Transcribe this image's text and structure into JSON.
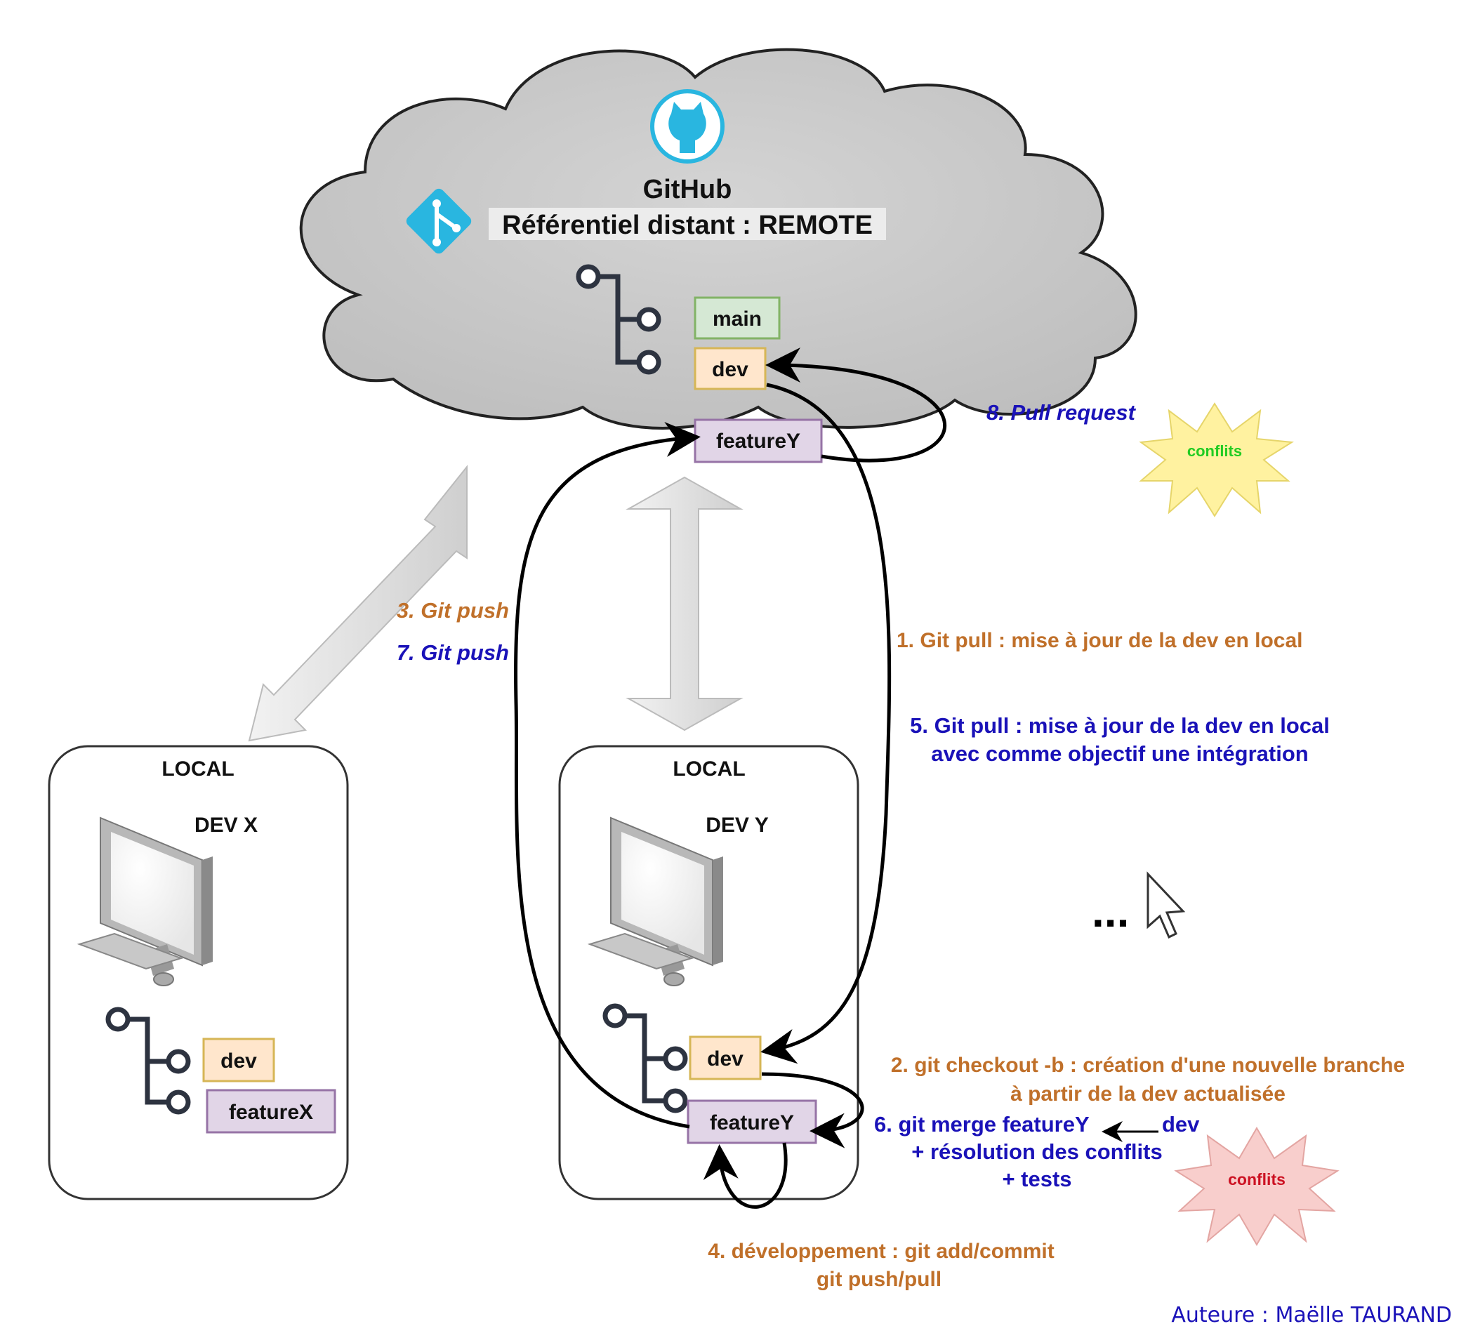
{
  "cloud": {
    "title": "GitHub",
    "subtitle": "Référentiel distant : REMOTE"
  },
  "remote": {
    "branch_main": "main",
    "branch_dev": "dev",
    "branch_feature": "featureY"
  },
  "local_x": {
    "header": "LOCAL",
    "dev_label": "DEV X",
    "branch_dev": "dev",
    "branch_feature": "featureX"
  },
  "local_y": {
    "header": "LOCAL",
    "dev_label": "DEV Y",
    "branch_dev": "dev",
    "branch_feature": "featureY"
  },
  "steps": {
    "step1": "1. Git pull : mise à jour de la dev en local",
    "step2_line1": "2. git checkout -b : création d'une nouvelle branche",
    "step2_line2": "à partir de la dev actualisée",
    "step3": "3. Git push",
    "step4_line1": "4. développement  : git add/commit",
    "step4_line2": "git push/pull",
    "step5_line1": "5. Git pull : mise à jour de la dev en local",
    "step5_line2": "avec comme objectif une intégration",
    "step6_line1": "6. git merge featureY",
    "step6_dev": "dev",
    "step6_line2": "+ résolution des conflits",
    "step6_line3": "+ tests",
    "step7": "7. Git push",
    "step8": "8. Pull request"
  },
  "badges": {
    "conflicts_top": "conflits",
    "conflicts_bottom": "conflits"
  },
  "ellipsis": "...",
  "author": "Auteure : Maëlle TAURAND",
  "colors": {
    "orange": "#c0702a",
    "blue": "#1a12b8",
    "branch_main_fill": "#d5e8d4",
    "branch_main_stroke": "#82b366",
    "branch_dev_fill": "#ffe6cc",
    "branch_dev_stroke": "#d6b656",
    "branch_feature_fill": "#e1d5e7",
    "branch_feature_stroke": "#9673a6",
    "git_blue": "#29b6e0",
    "cloud_fill": "#c8c8c8",
    "star_yellow": "#fff2a0",
    "star_pink": "#f8cecc",
    "conflict_green": "#22cc22",
    "conflict_red": "#cc1122"
  },
  "icons": [
    "github-icon",
    "git-icon",
    "branch-icon",
    "computer-icon",
    "mouse-cursor-icon"
  ]
}
